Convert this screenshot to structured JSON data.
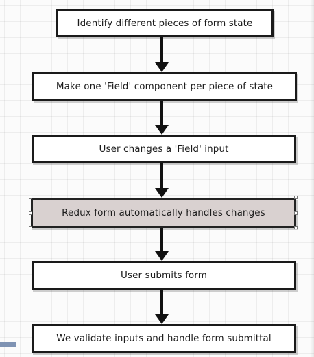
{
  "flowchart": {
    "steps": [
      {
        "label": "Identify different pieces of form state"
      },
      {
        "label": "Make one 'Field' component per piece of state"
      },
      {
        "label": "User changes a 'Field' input"
      },
      {
        "label": "Redux form automatically handles changes"
      },
      {
        "label": "User submits form"
      },
      {
        "label": "We validate inputs and handle form submittal"
      }
    ]
  },
  "colors": {
    "box_fill": "#ffffff",
    "highlight_fill": "#d9d1d0",
    "stroke": "#1a1a1a",
    "arrow": "#111111",
    "scrollbar_thumb": "#7f93b3"
  }
}
